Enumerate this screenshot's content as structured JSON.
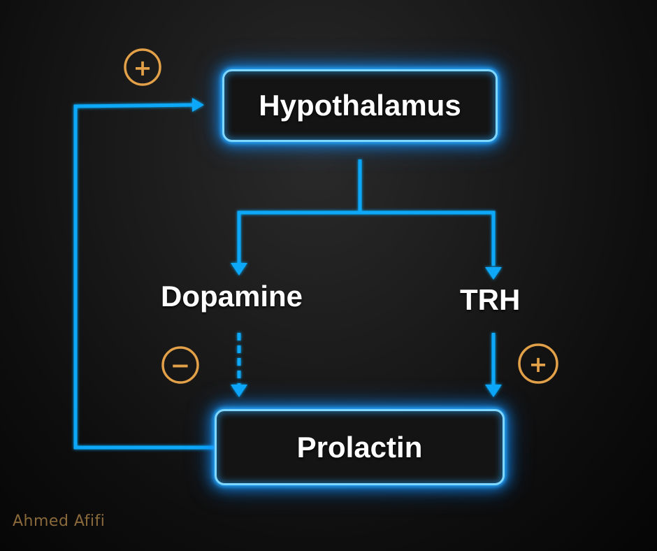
{
  "nodes": {
    "hypothalamus": "Hypothalamus",
    "prolactin": "Prolactin"
  },
  "labels": {
    "dopamine": "Dopamine",
    "trh": "TRH"
  },
  "signs": {
    "feedback": "+",
    "dopamine": "−",
    "trh": "+"
  },
  "watermark": "Ahmed Afifi",
  "colors": {
    "arrow": "#10a8f8",
    "node_border": "#7fd7ff",
    "glow": "#1a9cff",
    "sign": "#e2a048",
    "watermark": "#8a6a3a",
    "text": "#ffffff"
  }
}
